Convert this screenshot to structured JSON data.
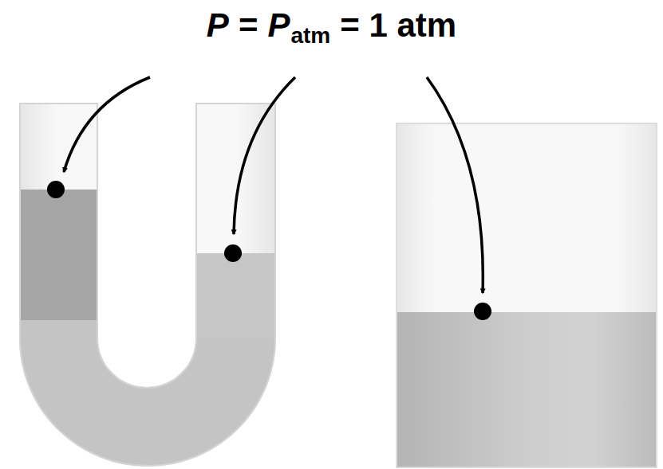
{
  "diagram": {
    "labels": [
      "P",
      "=",
      "P",
      "atm",
      "= 1 atm"
    ]
  }
}
